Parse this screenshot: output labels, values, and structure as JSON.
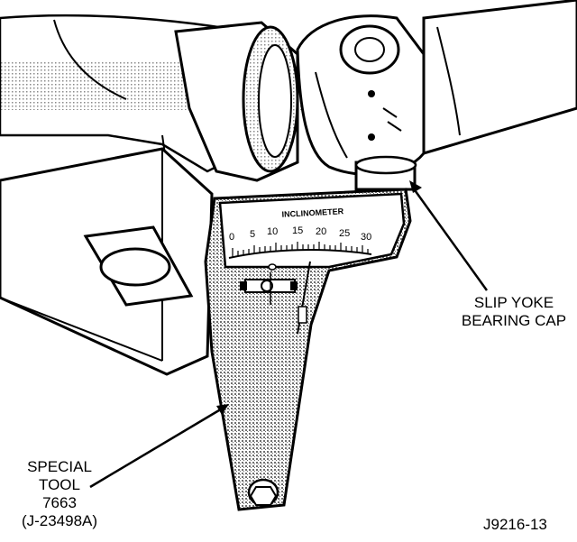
{
  "inclinometer": {
    "title": "INCLINOMETER",
    "scale": [
      "0",
      "5",
      "10",
      "15",
      "20",
      "25",
      "30"
    ]
  },
  "callouts": {
    "slip_yoke": [
      "SLIP YOKE",
      "BEARING CAP"
    ],
    "special_tool": [
      "SPECIAL",
      "TOOL",
      "7663",
      "(J-23498A)"
    ]
  },
  "figure_id": "J9216-13",
  "colors": {
    "ink": "#000000",
    "paper": "#ffffff",
    "stipple": "#8a8a8a"
  }
}
